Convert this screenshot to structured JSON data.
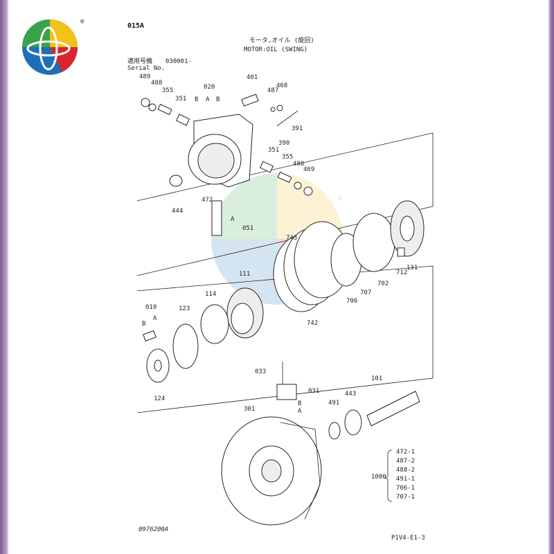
{
  "page_code": "015A",
  "title_jp": "モータ,オイル (旋回)",
  "title_en": "MOTOR:OIL (SWING)",
  "serial_label_jp": "適用号機",
  "serial_label_en": "Serial No.",
  "serial_value": "030001-",
  "drawing_no": "0976200A",
  "page_ref": "P1V4-E1-3",
  "registered_mark": "®",
  "colors": {
    "logo_green": "#3aa34a",
    "logo_blue": "#1e6fb8",
    "logo_yellow": "#f2c21b",
    "logo_red": "#d9262c",
    "frame_purple": "#7a5a95"
  },
  "callouts": {
    "c489a": "489",
    "c488a": "488",
    "c355a": "355",
    "c351a": "351",
    "c020": "020",
    "c020b1": "B",
    "c020a": "A",
    "c020b2": "B",
    "c401": "401",
    "c487": "487",
    "c468": "468",
    "c391": "391",
    "c390": "390",
    "c351b": "351",
    "c355b": "355",
    "c488b": "488",
    "c469": "469",
    "c444": "444",
    "c472": "472",
    "c051a": "A",
    "c051": "051",
    "c743": "743",
    "c131": "131",
    "c712": "712",
    "c702": "702",
    "c707": "707",
    "c706": "706",
    "c742": "742",
    "c111": "111",
    "c010": "010",
    "c010b": "B",
    "c010a": "A",
    "c123": "123",
    "c114": "114",
    "c124": "124",
    "c033": "033",
    "c031": "031",
    "c031b": "B",
    "c031a": "A",
    "c101": "101",
    "c491": "491",
    "c443": "443",
    "c301": "301"
  },
  "kit": {
    "number": "1000",
    "items": [
      "472-1",
      "487-2",
      "488-2",
      "491-1",
      "706-1",
      "707-1"
    ]
  }
}
